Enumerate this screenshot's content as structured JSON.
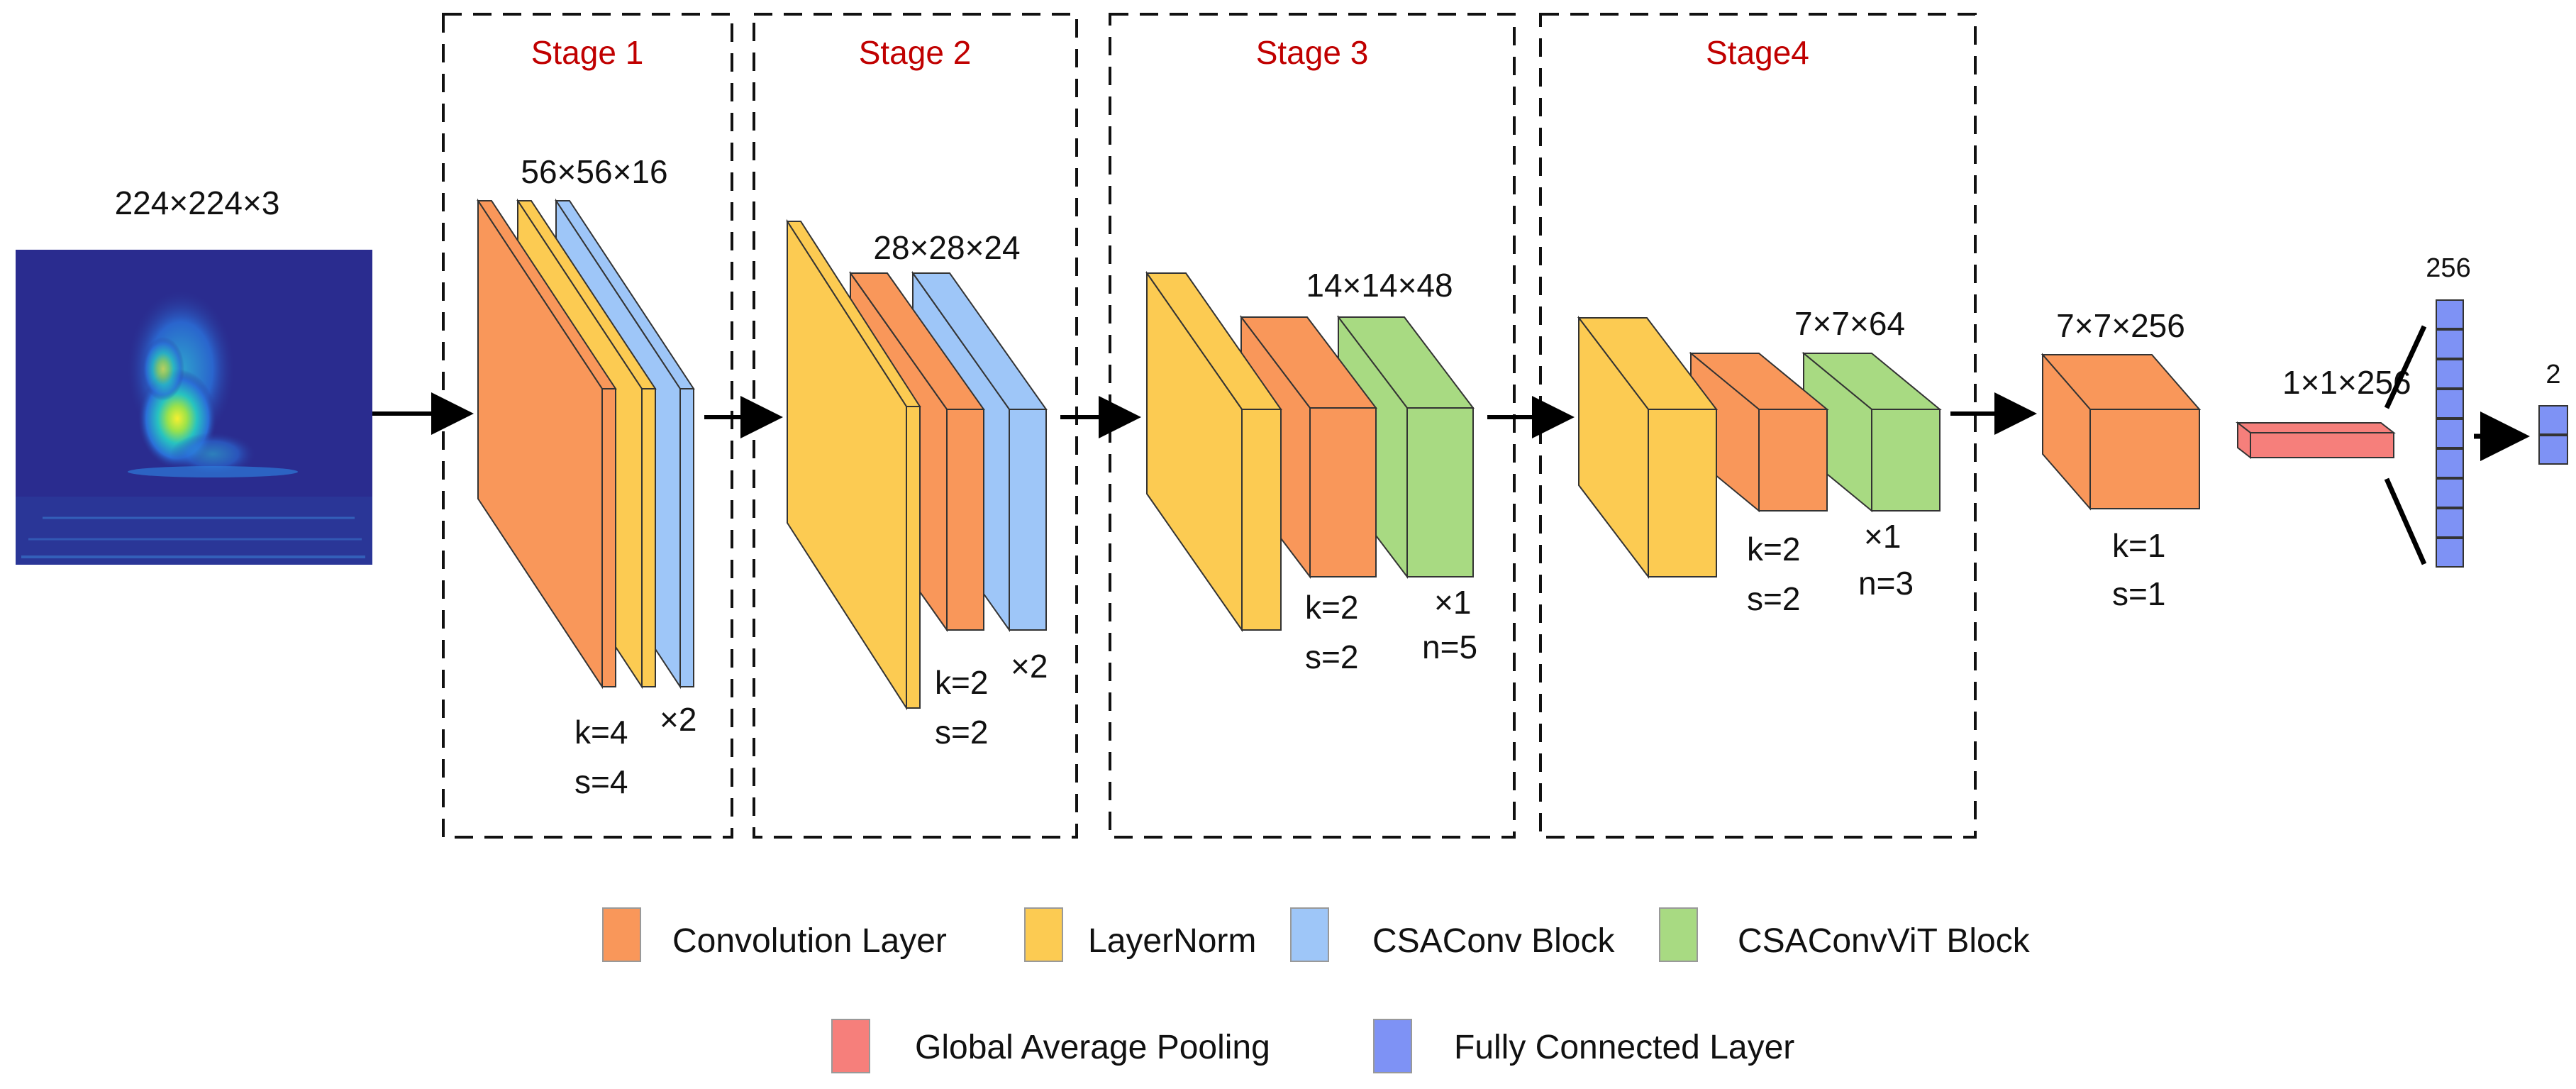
{
  "colors": {
    "conv": "#f9975a",
    "layernorm": "#fccb52",
    "csaconv": "#9ec6f8",
    "csaconvvit": "#a8da82",
    "gap": "#f67f7b",
    "fc": "#7e92f5",
    "stage_title": "#c00000"
  },
  "input": {
    "label": "224×224×3"
  },
  "stages": [
    {
      "title": "Stage 1",
      "dims": "56×56×16",
      "k": "k=4",
      "s": "s=4",
      "repeat": "×2",
      "n": ""
    },
    {
      "title": "Stage 2",
      "dims": "28×28×24",
      "k": "k=2",
      "s": "s=2",
      "repeat": "×2",
      "n": ""
    },
    {
      "title": "Stage 3",
      "dims": "14×14×48",
      "k": "k=2",
      "s": "s=2",
      "repeat": "×1",
      "n": "n=5"
    },
    {
      "title": "Stage4",
      "dims": "7×7×64",
      "k": "k=2",
      "s": "s=2",
      "repeat": "×1",
      "n": "n=3"
    }
  ],
  "final_conv": {
    "dims": "7×7×256",
    "k": "k=1",
    "s": "s=1"
  },
  "pool": {
    "dims": "1×1×256"
  },
  "fc": {
    "hidden": "256",
    "out": "2"
  },
  "legend": [
    {
      "label": "Convolution Layer",
      "color_key": "conv"
    },
    {
      "label": "LayerNorm",
      "color_key": "layernorm"
    },
    {
      "label": "CSAConv Block",
      "color_key": "csaconv"
    },
    {
      "label": "CSAConvViT Block",
      "color_key": "csaconvvit"
    },
    {
      "label": "Global Average Pooling",
      "color_key": "gap"
    },
    {
      "label": "Fully Connected Layer",
      "color_key": "fc"
    }
  ]
}
